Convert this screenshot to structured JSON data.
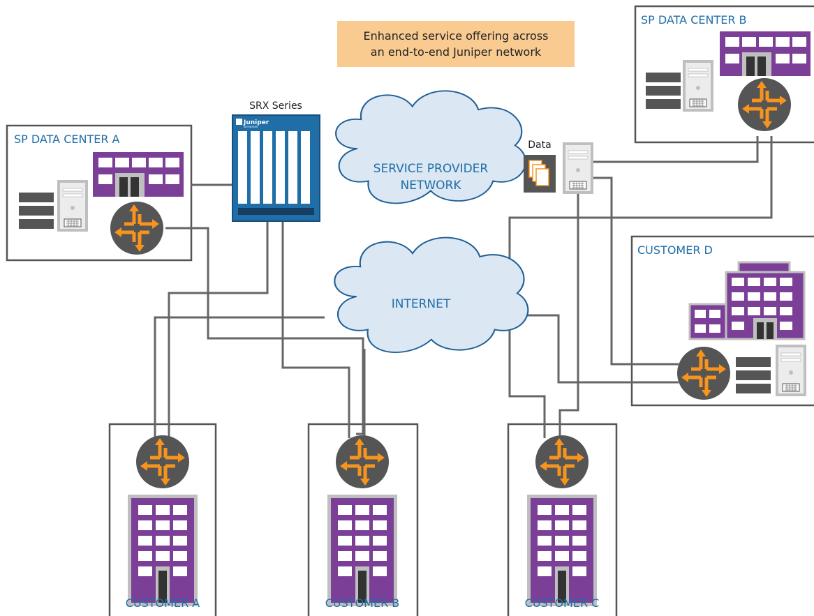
{
  "banner": {
    "line1": "Enhanced service offering across",
    "line2": "an end-to-end Juniper network"
  },
  "sites": {
    "dc_a": "SP DATA CENTER A",
    "dc_b": "SP DATA CENTER B",
    "customer_a": "CUSTOMER A",
    "customer_b": "CUSTOMER B",
    "customer_c": "CUSTOMER C",
    "customer_d": "CUSTOMER D"
  },
  "clouds": {
    "sp_line1": "SERVICE PROVIDER",
    "sp_line2": "NETWORK",
    "internet": "INTERNET"
  },
  "srx": {
    "label": "SRX Series",
    "brand": "Juniper",
    "brand_sub": "NETWORKS"
  },
  "data_server": {
    "label": "Data"
  },
  "colors": {
    "site_label": "#1f6ea8",
    "box_border": "#555555",
    "link": "#666666",
    "cloud_fill": "#dbe7f2",
    "cloud_stroke": "#1f5f96",
    "building": "#7b3f98",
    "router": "#555555",
    "router_arrows": "#f7941d",
    "srx": "#1f6ea8",
    "banner": "#f9cb91"
  }
}
